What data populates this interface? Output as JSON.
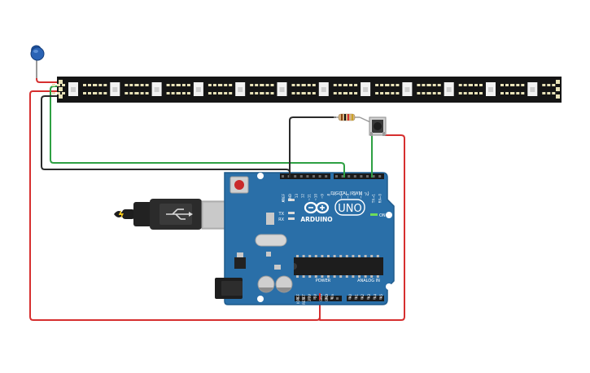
{
  "canvas": {
    "background": "#ffffff"
  },
  "colors": {
    "wire_red": "#d62f2f",
    "wire_green": "#2ea043",
    "wire_black": "#2b2b2b",
    "board_blue": "#2a6fa8",
    "board_edge": "#1f5b8c",
    "strip": "#151515",
    "capacitor": "#2a63b5"
  },
  "components": {
    "capacitor": {
      "name": "capacitor"
    },
    "led_strip": {
      "name": "led-strip",
      "pixel_count": 12
    },
    "resistor": {
      "name": "resistor"
    },
    "pushbutton": {
      "name": "pushbutton"
    },
    "usb_cable": {
      "name": "usb-cable"
    },
    "arduino": {
      "brand": "ARDUINO",
      "model": "UNO",
      "on_label": "ON",
      "tx_label": "TX",
      "rx_label": "RX",
      "l_label": "L",
      "digital_label": "DIGITAL (PWM ~)",
      "power_label": "POWER",
      "analog_label": "ANALOG IN",
      "digital_pins": [
        "AREF",
        "GND",
        "13",
        "12",
        "~11",
        "~10",
        "~9",
        "8",
        "7",
        "~6",
        "~5",
        "4",
        "~3",
        "2",
        "TX→1",
        "RX←0"
      ],
      "power_pins": [
        "IOREF",
        "RESET",
        "3.3V",
        "5V",
        "GND",
        "GND",
        "Vin"
      ],
      "analog_pins": [
        "A0",
        "A1",
        "A2",
        "A3",
        "A4",
        "A5"
      ]
    }
  }
}
